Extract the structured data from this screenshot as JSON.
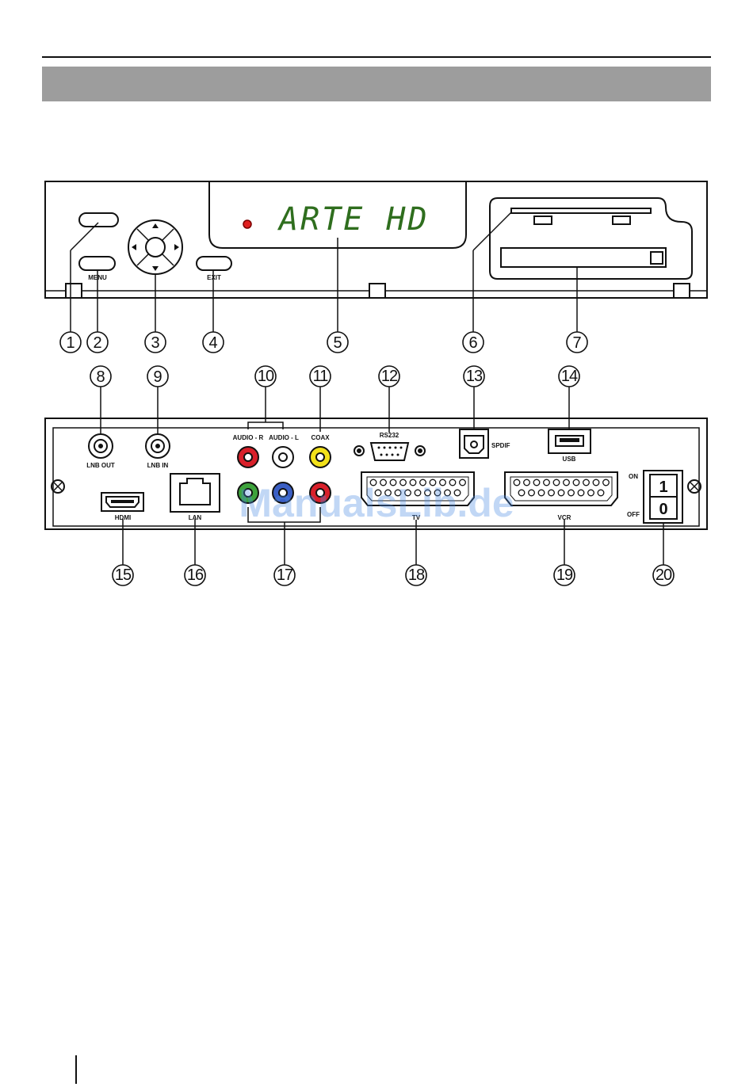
{
  "display": {
    "text": "ARTE HD"
  },
  "front_labels": {
    "menu": "MENU",
    "exit": "EXIT"
  },
  "rear_labels": {
    "lnb_out": "LNB OUT",
    "lnb_in": "LNB IN",
    "audio_r": "AUDIO - R",
    "audio_l": "AUDIO - L",
    "coax": "COAX",
    "rs232": "RS232",
    "spdif": "SPDIF",
    "usb": "USB",
    "on": "ON",
    "off": "OFF",
    "hdmi": "HDMI",
    "lan": "LAN",
    "tv": "TV",
    "vcr": "VCR",
    "switch_on": "1",
    "switch_off": "0"
  },
  "callouts": [
    "1",
    "2",
    "3",
    "4",
    "5",
    "6",
    "7",
    "8",
    "9",
    "10",
    "11",
    "12",
    "13",
    "14",
    "15",
    "16",
    "17",
    "18",
    "19",
    "20"
  ],
  "watermark": "ManualsLib.de",
  "colors": {
    "header_band": "#9d9d9d",
    "lcd_text": "#2f6e1e",
    "rca_red": "#d8202a",
    "rca_white": "#ffffff",
    "rca_yellow": "#f2e11b",
    "rca_green": "#3da23b",
    "rca_blue": "#3b5fc4",
    "led": "#e02020"
  }
}
